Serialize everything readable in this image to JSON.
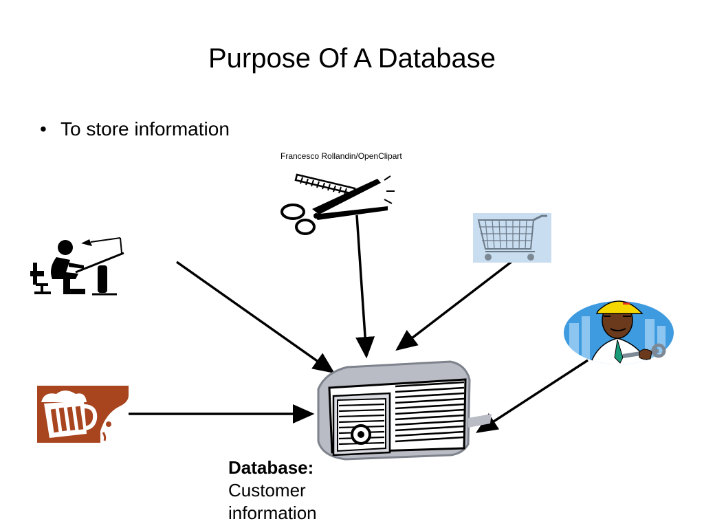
{
  "slide": {
    "title": "Purpose Of A Database",
    "bullets": [
      {
        "text": "To store information"
      }
    ],
    "credit": "Francesco Rollandin/OpenClipart",
    "database_label": {
      "heading": "Database:",
      "lines": [
        "Customer",
        "information"
      ]
    }
  },
  "colors": {
    "brown_tile": "#A8441E",
    "cart_background": "#C9DDF0",
    "sky_blue": "#3E9BE0",
    "hard_hat": "#F5D800",
    "tie": "#1A9C7A"
  },
  "icons": [
    "drafter-clipart",
    "scissors-clipart",
    "shopping-cart-clipart",
    "worker-clipart",
    "beer-mug-clipart",
    "safe-vault-clipart"
  ]
}
